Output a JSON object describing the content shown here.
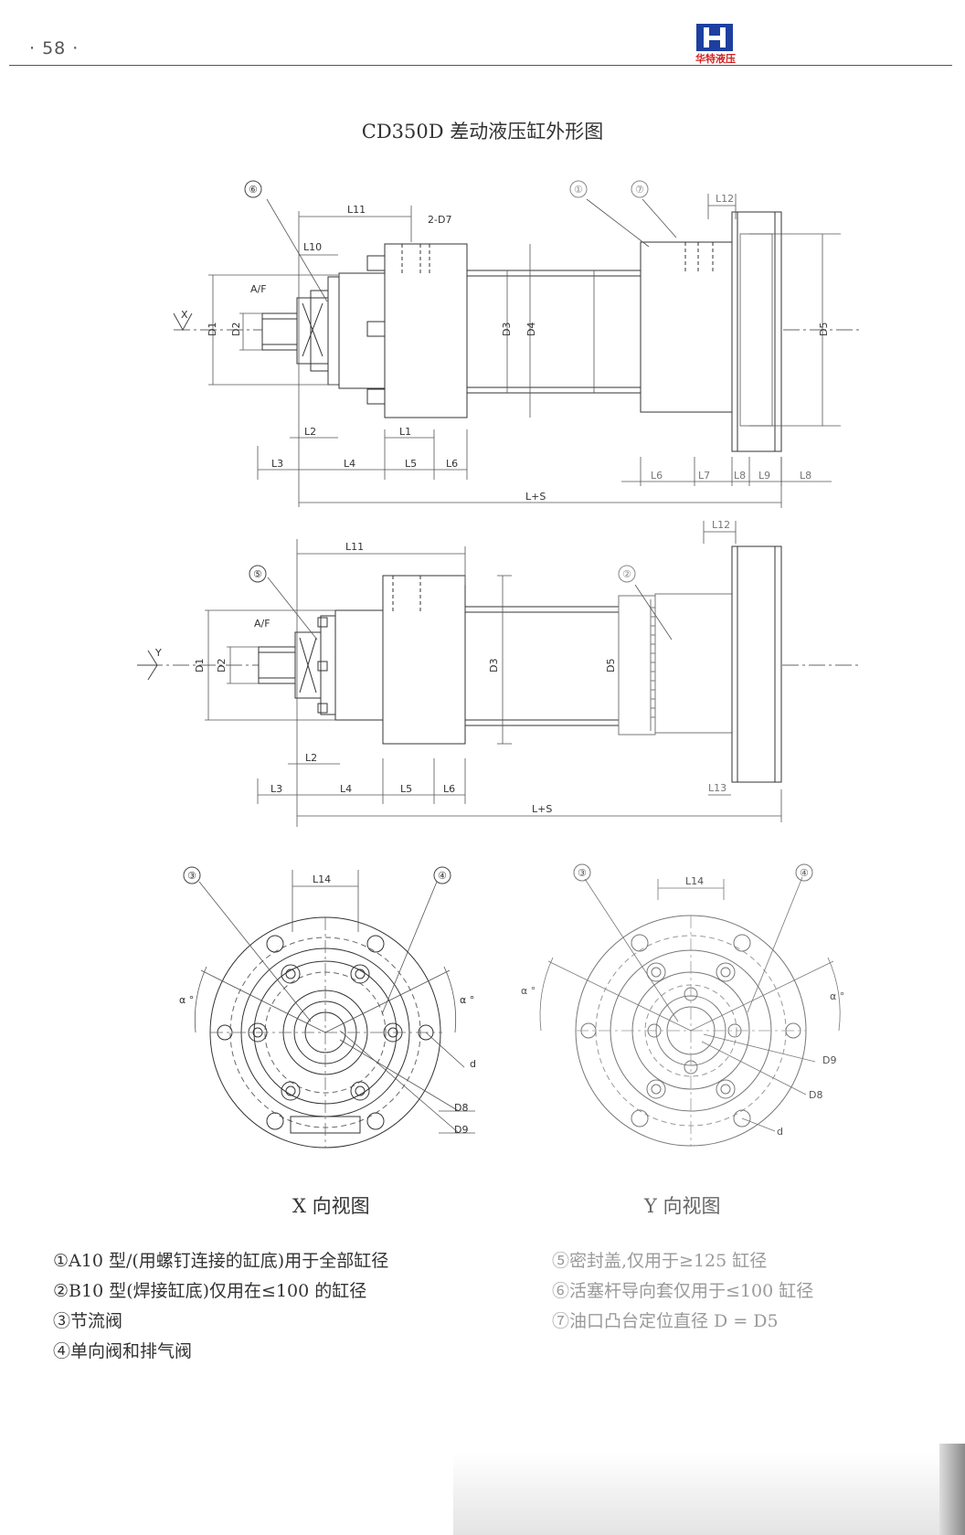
{
  "header": {
    "page_number": "· 58 ·",
    "logo_text": "华特液压"
  },
  "title": "CD350D  差动液压缸外形图",
  "labels": {
    "view1": {
      "callout_6": "⑥",
      "callout_1": "①",
      "callout_7": "⑦",
      "L11": "L11",
      "L10": "L10",
      "D7": "2-D7",
      "L12": "L12",
      "AF": "A/F",
      "X": "X",
      "D1": "D1",
      "D2": "D2",
      "D3": "D3",
      "D4": "D4",
      "D5": "D5",
      "L2": "L2",
      "L1": "L1",
      "L3": "L3",
      "L4": "L4",
      "L5": "L5",
      "L6": "L6",
      "Lb": "L6",
      "L7": "L7",
      "L8a": "L8",
      "L9": "L9",
      "L8": "L8",
      "LS": "L+S"
    },
    "view2": {
      "callout_5": "⑤",
      "callout_2": "②",
      "L11": "L11",
      "L12": "L12",
      "AF": "A/F",
      "Y": "Y",
      "D1": "D1",
      "D2": "D2",
      "D3": "D3",
      "D5": "D5",
      "L2": "L2",
      "L3": "L3",
      "L4": "L4",
      "L5": "L5",
      "L6": "L6",
      "L13": "L13",
      "LS": "L+S"
    },
    "view_x": {
      "callout_3": "③",
      "callout_4": "④",
      "L14": "L14",
      "alpha_left": "α °",
      "alpha_right": "α °",
      "d": "d",
      "D8": "D8",
      "D9": "D9"
    },
    "view_y": {
      "callout_3": "③",
      "callout_4": "④",
      "L14": "L14",
      "alpha_left": "α °",
      "alpha_right": "α °",
      "d": "d",
      "D8": "D8",
      "D9": "D9"
    }
  },
  "captions": {
    "x_view": "X 向视图",
    "y_view": "Y 向视图"
  },
  "notes_left": [
    "①A10 型/(用螺钉连接的缸底)用于全部缸径",
    "②B10 型(焊接缸底)仅用在≤100 的缸径",
    "③节流阀",
    "④单向阀和排气阀"
  ],
  "notes_right": [
    "⑤密封盖,仅用于≥125 缸径",
    "⑥活塞杆导向套仅用于≤100 缸径",
    "⑦油口凸台定位直径 D = D5"
  ]
}
